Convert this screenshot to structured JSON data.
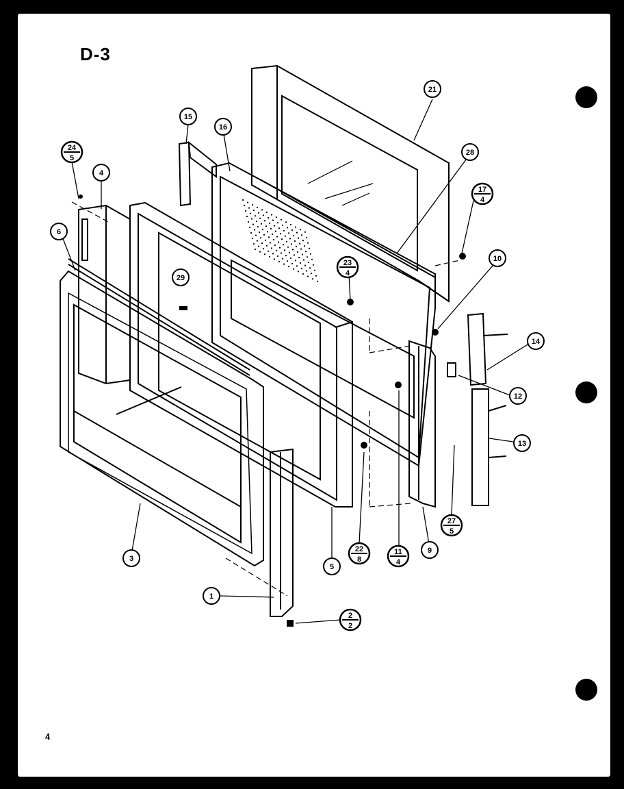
{
  "diagram": {
    "title": "D-3",
    "page_number": "4",
    "callouts": [
      {
        "id": "c21",
        "label": "21"
      },
      {
        "id": "c15",
        "label": "15"
      },
      {
        "id": "c16",
        "label": "16"
      },
      {
        "id": "c28",
        "label": "28"
      },
      {
        "id": "c4",
        "label": "4"
      },
      {
        "id": "c6",
        "label": "6"
      },
      {
        "id": "c29",
        "label": "29"
      },
      {
        "id": "c10",
        "label": "10"
      },
      {
        "id": "c14",
        "label": "14"
      },
      {
        "id": "c12",
        "label": "12"
      },
      {
        "id": "c13",
        "label": "13"
      },
      {
        "id": "c3",
        "label": "3"
      },
      {
        "id": "c5",
        "label": "5"
      },
      {
        "id": "c9",
        "label": "9"
      },
      {
        "id": "c1",
        "label": "1"
      }
    ],
    "fraction_callouts": [
      {
        "id": "f24",
        "top": "24",
        "bottom": "5"
      },
      {
        "id": "f17",
        "top": "17",
        "bottom": "4"
      },
      {
        "id": "f23",
        "top": "23",
        "bottom": "4"
      },
      {
        "id": "f27",
        "top": "27",
        "bottom": "5"
      },
      {
        "id": "f22",
        "top": "22",
        "bottom": "8"
      },
      {
        "id": "f11",
        "top": "11",
        "bottom": "4"
      },
      {
        "id": "f2",
        "top": "2",
        "bottom": "2"
      }
    ]
  }
}
